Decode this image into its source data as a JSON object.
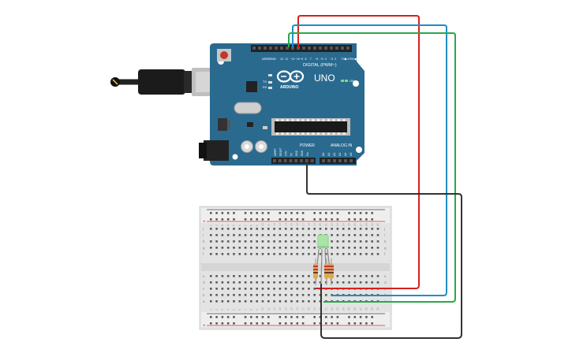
{
  "arduino": {
    "brand": "ARDUINO",
    "model": "UNO",
    "digital_label": "DIGITAL (PWM~)",
    "power_label": "POWER",
    "analog_label": "ANALOG IN",
    "on_label": "ON",
    "tx_label": "TX",
    "rx_label": "RX",
    "aref_label": "AREF",
    "gnd_label": "GND",
    "tx_pin_label": "TX▶1",
    "rx_pin_label": "RX◀0",
    "digital_pins": [
      "13",
      "12",
      "~11",
      "~10",
      "~9",
      "8",
      "7",
      "~6",
      "~5",
      "4",
      "~3",
      "2"
    ],
    "power_pins": [
      "IOREF",
      "RESET",
      "3.3V",
      "5V",
      "GND",
      "GND",
      "Vin"
    ],
    "analog_pins": [
      "A0",
      "A1",
      "A2",
      "A3",
      "A4",
      "A5"
    ]
  },
  "breadboard": {
    "row_letters_top": [
      "j",
      "i",
      "h",
      "g",
      "f"
    ],
    "row_letters_bottom": [
      "e",
      "d",
      "c",
      "b",
      "a"
    ],
    "column_count": 30,
    "rail_plus": "+",
    "rail_minus": "-"
  },
  "wires": [
    {
      "name": "red-wire",
      "color": "#d62020"
    },
    {
      "name": "blue-wire",
      "color": "#1e8fc4"
    },
    {
      "name": "green-wire",
      "color": "#2aa84a"
    },
    {
      "name": "black-wire",
      "color": "#333333"
    }
  ],
  "colors": {
    "board": "#2b6a8f",
    "board_dark": "#1f5575",
    "led": "#a8e6a8"
  }
}
